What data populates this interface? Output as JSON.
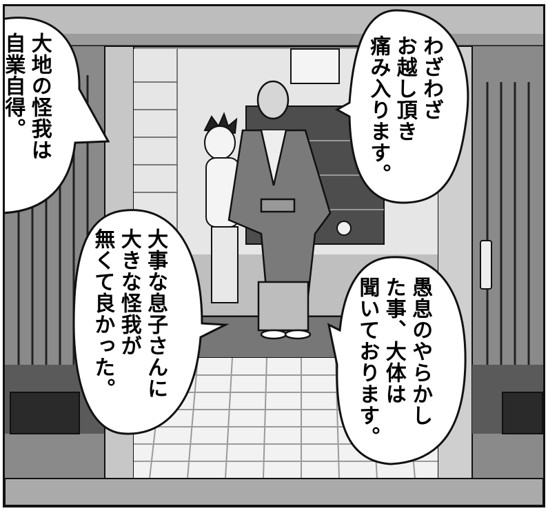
{
  "panel": {
    "speech_bubbles": [
      {
        "text": "わざわざ\nお越し頂き\n痛み入ります。"
      },
      {
        "text": "大地の怪我は\n自業自得。"
      },
      {
        "text": "大事な息子さんに\n大きな怪我が\n無くて良かった。"
      },
      {
        "text": "愚息のやらかし\nた事、大体は\n聞いております。"
      }
    ]
  },
  "colors": {
    "ink": "#111111",
    "paper": "#ffffff",
    "wall": "#dcdcdc",
    "floor_light": "#f2f2f2",
    "floor_dark": "#9a9a9a"
  }
}
